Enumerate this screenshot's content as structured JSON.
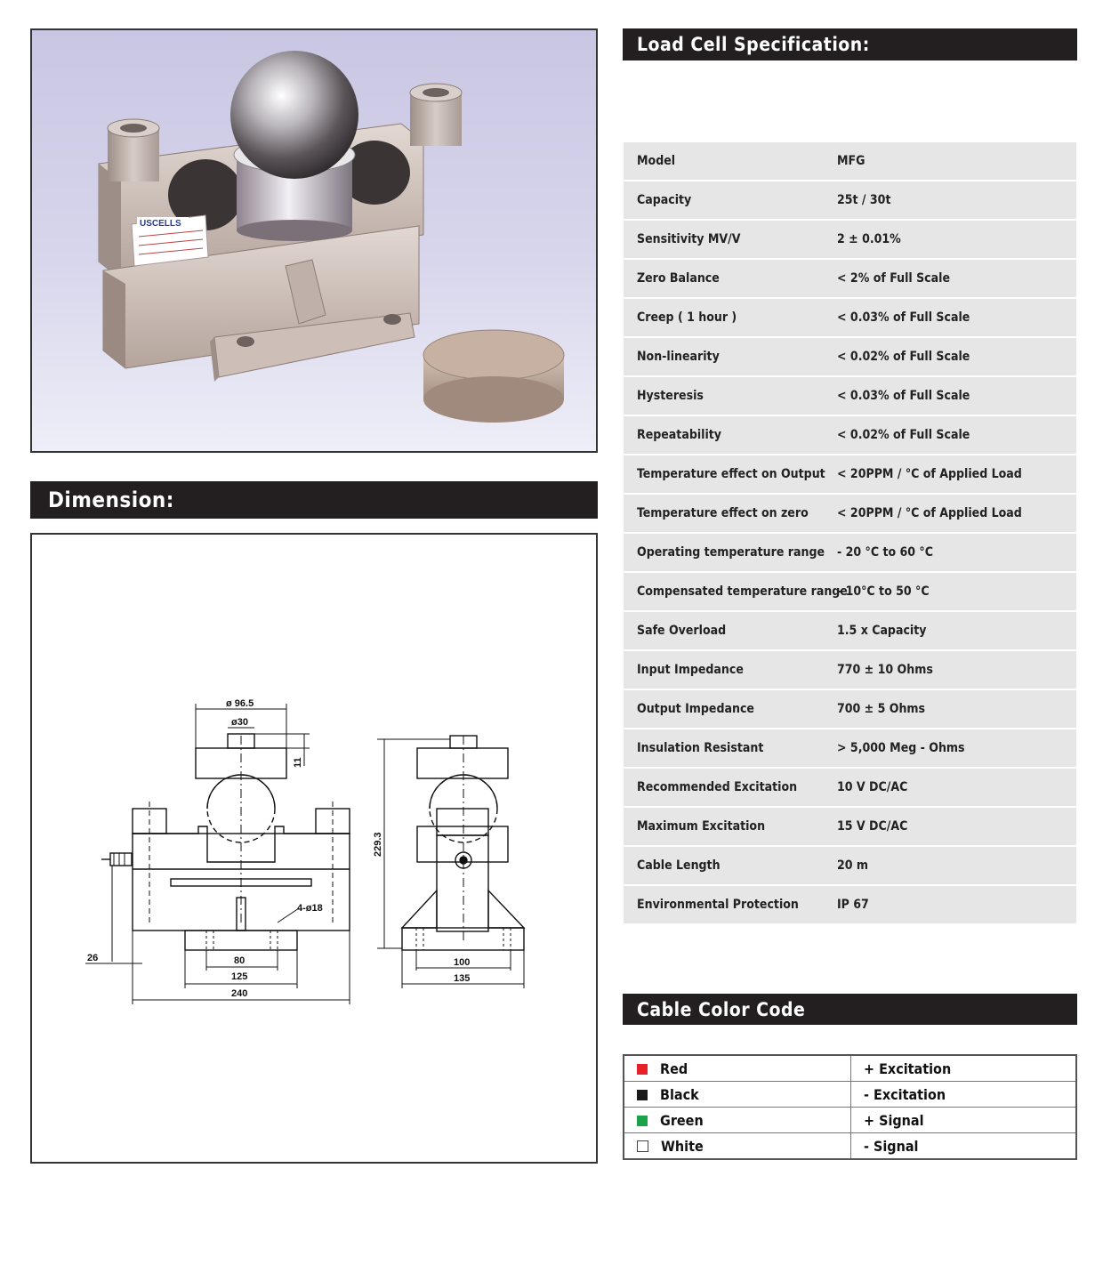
{
  "photo": {
    "label_text": "USCELLS"
  },
  "dimension": {
    "title": "Dimension:",
    "labels": {
      "d96": "ø 96.5",
      "d30": "ø30",
      "h11": "11",
      "h229": "229.3",
      "hole": "4-ø18",
      "w26": "26",
      "w80": "80",
      "w125": "125",
      "w240": "240",
      "w100": "100",
      "w135": "135"
    }
  },
  "spec": {
    "title": "Load Cell Specification:",
    "rows": [
      {
        "label": "Model",
        "value": "MFG"
      },
      {
        "label": "Capacity",
        "value": "25t / 30t"
      },
      {
        "label": "Sensitivity MV/V",
        "value": "2 ± 0.01%"
      },
      {
        "label": "Zero Balance",
        "value": "< 2% of Full Scale"
      },
      {
        "label": "Creep ( 1 hour )",
        "value": "< 0.03% of Full Scale"
      },
      {
        "label": "Non-linearity",
        "value": "< 0.02% of Full Scale"
      },
      {
        "label": "Hysteresis",
        "value": "< 0.03% of Full Scale"
      },
      {
        "label": "Repeatability",
        "value": "< 0.02% of Full Scale"
      },
      {
        "label": "Temperature effect on Output",
        "value": "< 20PPM / °C of Applied Load"
      },
      {
        "label": "Temperature effect on zero",
        "value": "< 20PPM / °C of Applied Load"
      },
      {
        "label": "Operating temperature range",
        "value": "- 20 °C to 60 °C"
      },
      {
        "label": "Compensated temperature range",
        "value": "- 10°C to 50 °C"
      },
      {
        "label": "Safe Overload",
        "value": "1.5 x Capacity"
      },
      {
        "label": "Input Impedance",
        "value": "770 ± 10 Ohms"
      },
      {
        "label": "Output Impedance",
        "value": "700 ± 5 Ohms"
      },
      {
        "label": "Insulation Resistant",
        "value": "> 5,000 Meg - Ohms"
      },
      {
        "label": "Recommended Excitation",
        "value": "10 V DC/AC"
      },
      {
        "label": "Maximum Excitation",
        "value": "15 V DC/AC"
      },
      {
        "label": "Cable Length",
        "value": "20 m"
      },
      {
        "label": "Environmental Protection",
        "value": "IP 67"
      }
    ]
  },
  "cable": {
    "title": "Cable Color Code",
    "rows": [
      {
        "color_name": "Red",
        "signal": "+ Excitation",
        "swatch": "#e8202a"
      },
      {
        "color_name": "Black",
        "signal": "- Excitation",
        "swatch": "#1a1a1a"
      },
      {
        "color_name": "Green",
        "signal": "+ Signal",
        "swatch": "#1aa34a"
      },
      {
        "color_name": "White",
        "signal": "- Signal",
        "swatch": "#ffffff"
      }
    ]
  }
}
